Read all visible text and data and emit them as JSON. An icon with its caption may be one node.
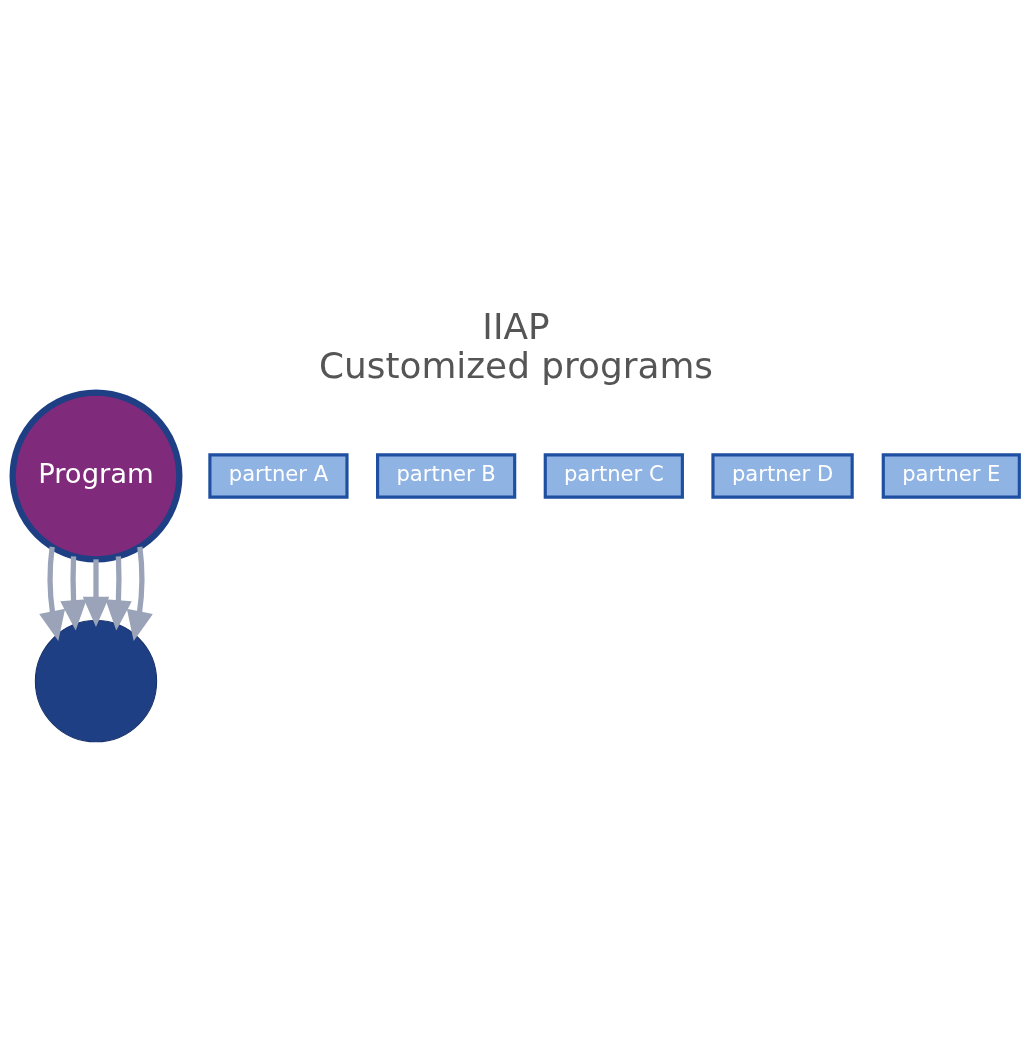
{
  "diagram": {
    "title": "IIAP",
    "caption": "Customized programs",
    "nodes": [
      {
        "text": [
          "Program"
        ]
      },
      {
        "text": [
          "partner A"
        ]
      },
      {
        "text": [
          "partner B"
        ]
      },
      {
        "text": [
          "partner C"
        ]
      },
      {
        "text": [
          "partner D"
        ]
      },
      {
        "text": [
          "partner E"
        ]
      },
      {
        "text": [],
        "shape": "circle"
      }
    ],
    "edges": [
      {
        "from": 0,
        "to": 6,
        "arrow": "to"
      },
      {
        "from": 0,
        "to": 6,
        "arrow": "to"
      },
      {
        "from": 0,
        "to": 6,
        "arrow": "to"
      },
      {
        "from": 0,
        "to": 6,
        "arrow": "to"
      },
      {
        "from": 0,
        "to": 6,
        "arrow": "to"
      }
    ]
  }
}
